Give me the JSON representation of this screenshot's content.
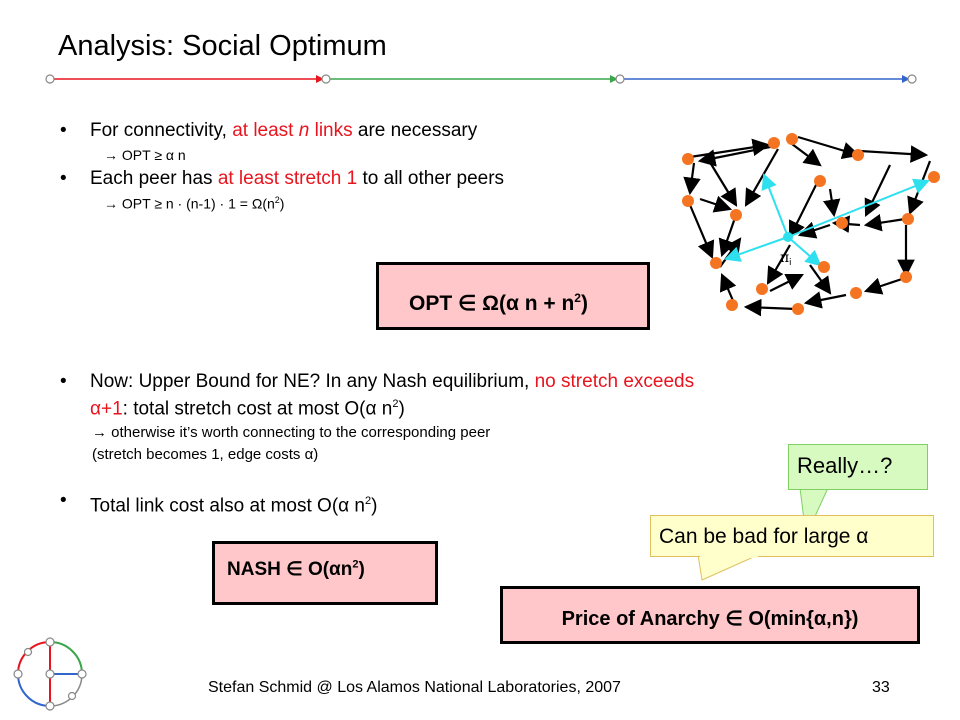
{
  "title": "Analysis: Social Optimum",
  "bullets": {
    "b1": {
      "pre": "For connectivity, ",
      "red": "at least ",
      "red_italic": "n",
      "red2": " links",
      "post": " are necessary"
    },
    "b1_sub": {
      "arrow": "→",
      "text": " OPT ",
      "rest": "≥ α n"
    },
    "b2": {
      "pre": "Each peer has ",
      "red": "at least stretch 1",
      "post": " to all other peers"
    },
    "b2_sub": {
      "arrow": "→",
      "text": "  OPT ",
      "rest": "≥  n · (n-1) · 1 = Ω(n",
      "sup": "2",
      "close": ")"
    },
    "b3": {
      "pre": "Now: Upper Bound for NE? In any Nash equilibrium, ",
      "red": "no stretch exceeds",
      "line2_red": "α+1",
      "line2_pre": ": total stretch cost at most O(",
      "line2_alpha": "α",
      "line2_mid": " n",
      "sup": "2",
      "close": ")"
    },
    "b3_sub1": {
      "arrow": "→",
      "text": " otherwise it’s worth connecting to the corresponding peer"
    },
    "b3_sub2": {
      "text": "(stretch becomes 1, edge costs ",
      "alpha": "α",
      "close": ")"
    },
    "b4": {
      "pre": "Total link cost also at most O(",
      "alpha": "α",
      "mid": " n",
      "sup": "2",
      "close": ")"
    }
  },
  "boxes": {
    "opt": {
      "pre": "OPT ∈ Ω(α n + n",
      "sup": "2",
      "close": ")"
    },
    "nash": {
      "pre": "NASH ∈ O(αn",
      "sup": "2",
      "close": ")"
    },
    "poa": {
      "text": "Price of Anarchy ∈ O(min{α,n})"
    }
  },
  "callouts": {
    "really": "Really…?",
    "bad": "Can be bad for large α"
  },
  "graph": {
    "label": "π",
    "sub": "i"
  },
  "footer": {
    "text": "Stefan Schmid @ Los Alamos National Laboratories, 2007",
    "page": "33"
  },
  "colors": {
    "red": "#e8141e",
    "green": "#3aa64a",
    "blue": "#3366cc",
    "node": "#f47421",
    "cyan": "#2ee0ee",
    "box_fill": "#ffc7c9"
  }
}
